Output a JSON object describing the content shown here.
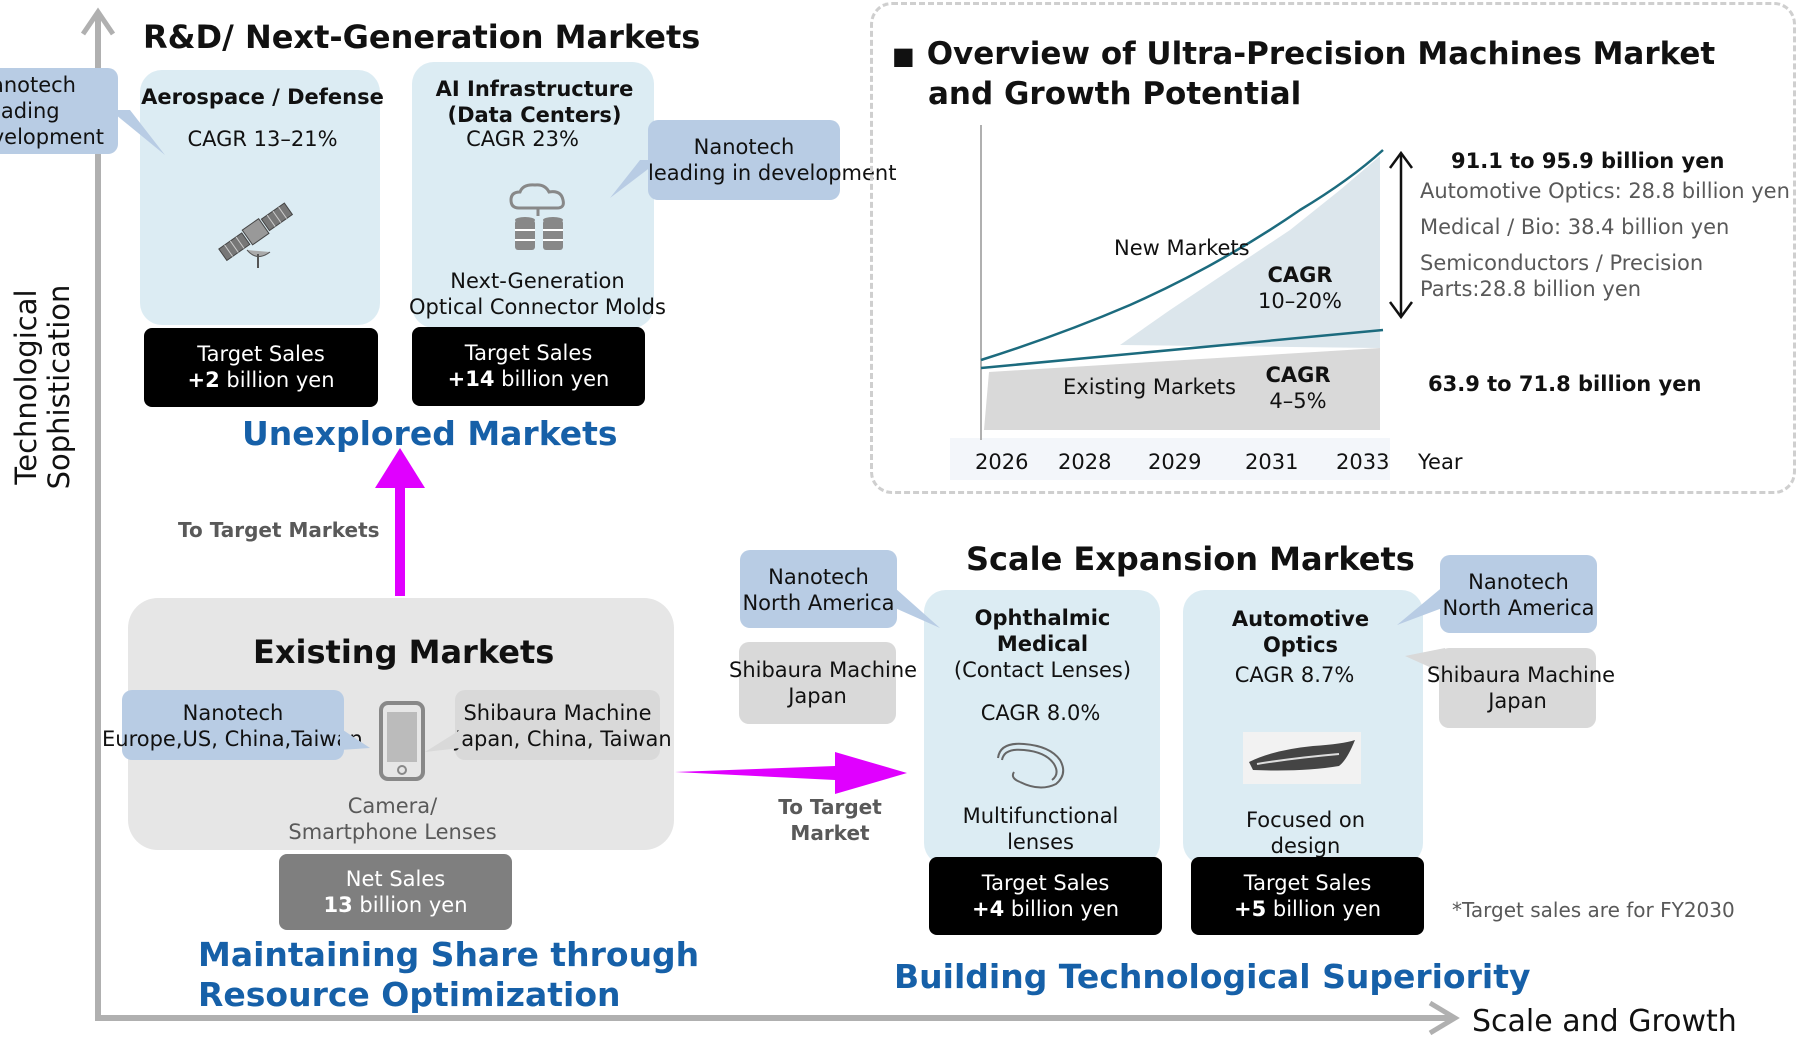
{
  "axes": {
    "y_label": [
      "Technological",
      "Sophistication"
    ],
    "x_label": "Scale and Growth"
  },
  "rd": {
    "title": "R&D/ Next-Generation Markets",
    "callout_left": [
      "anotech",
      "eading",
      "velopment"
    ],
    "aero": {
      "title": "Aerospace / Defense",
      "cagr": "CAGR 13–21%",
      "icon": "satellite-icon",
      "target_label": "Target Sales",
      "target_value": "+2",
      "target_unit": " billion yen"
    },
    "ai": {
      "title1": "AI Infrastructure",
      "title2": "(Data Centers)",
      "cagr": "CAGR 23%",
      "icon": "cloud-database-icon",
      "sub1": "Next-Generation",
      "sub2": "Optical Connector Molds",
      "target_label": "Target Sales",
      "target_value": "+14",
      "target_unit": " billion yen"
    },
    "callout_right": [
      "Nanotech",
      "leading in development"
    ],
    "footer": "Unexplored Markets"
  },
  "arrows": {
    "up_label": "To Target Markets",
    "right_label": [
      "To Target",
      "Market"
    ]
  },
  "existing": {
    "title": "Existing Markets",
    "nanotech": [
      "Nanotech",
      "Europe,US, China,Taiwan"
    ],
    "shibaura": [
      "Shibaura Machine",
      "Japan, China, Taiwan"
    ],
    "icon": "smartphone-icon",
    "lens": [
      "Camera/",
      "Smartphone Lenses"
    ],
    "net_label": "Net Sales",
    "net_value": "13",
    "net_unit": " billion yen",
    "footer": [
      "Maintaining Share through",
      "Resource Optimization"
    ]
  },
  "scale": {
    "title": "Scale Expansion Markets",
    "left_callout_blue": [
      "Nanotech",
      "North America"
    ],
    "left_callout_grey": [
      "Shibaura Machine",
      "Japan"
    ],
    "right_callout_blue": [
      "Nanotech",
      "North America"
    ],
    "right_callout_grey": [
      "Shibaura Machine",
      "Japan"
    ],
    "ophth": {
      "title1": "Ophthalmic",
      "title2": "Medical",
      "title3": "(Contact Lenses)",
      "cagr": "CAGR 8.0%",
      "icon": "contact-lens-icon",
      "sub1": "Multifunctional",
      "sub2": "lenses",
      "target_label": "Target Sales",
      "target_value": "+4",
      "target_unit": " billion yen"
    },
    "auto": {
      "title1": "Automotive",
      "title2": "Optics",
      "cagr": "CAGR 8.7%",
      "icon": "headlight-icon",
      "sub1": "Focused on",
      "sub2": "design",
      "target_label": "Target Sales",
      "target_value": "+5",
      "target_unit": " billion yen"
    },
    "note": "*Target sales are for FY2030",
    "footer": "Building Technological Superiority"
  },
  "overview": {
    "bullet": "■",
    "title1": "Overview of Ultra-Precision Machines Market",
    "title2": "and Growth Potential",
    "new_label": "New Markets",
    "new_cagr_label": "CAGR",
    "new_cagr_value": "10–20%",
    "existing_label": "Existing Markets",
    "existing_cagr_label": "CAGR",
    "existing_cagr_value": "4–5%",
    "top_total": "91.1 to 95.9 billion yen",
    "breakdown": [
      "Automotive Optics: 28.8 billion yen",
      "Medical / Bio: 38.4 billion yen",
      "Semiconductors / Precision",
      "Parts:28.8 billion yen"
    ],
    "bottom_total": "63.9 to 71.8 billion yen",
    "year_unit": "Year"
  },
  "chart_data": {
    "type": "area",
    "x": [
      "2026",
      "2028",
      "2029",
      "2031",
      "2033"
    ],
    "series": [
      {
        "name": "Existing Markets",
        "cagr": "4–5%"
      },
      {
        "name": "New Markets",
        "cagr": "10–20%"
      }
    ],
    "annotations": [
      "91.1 to 95.9 billion yen",
      "63.9 to 71.8 billion yen"
    ],
    "colors": {
      "line": "#1c6b7e",
      "new_fill": "#dce6ec",
      "existing_fill": "#d9d9d9"
    }
  },
  "colors": {
    "accent_blue": "#1660a8",
    "magenta": "#e000ff",
    "light_blue": "#dcecf3",
    "callout_blue": "#b8cce4"
  }
}
